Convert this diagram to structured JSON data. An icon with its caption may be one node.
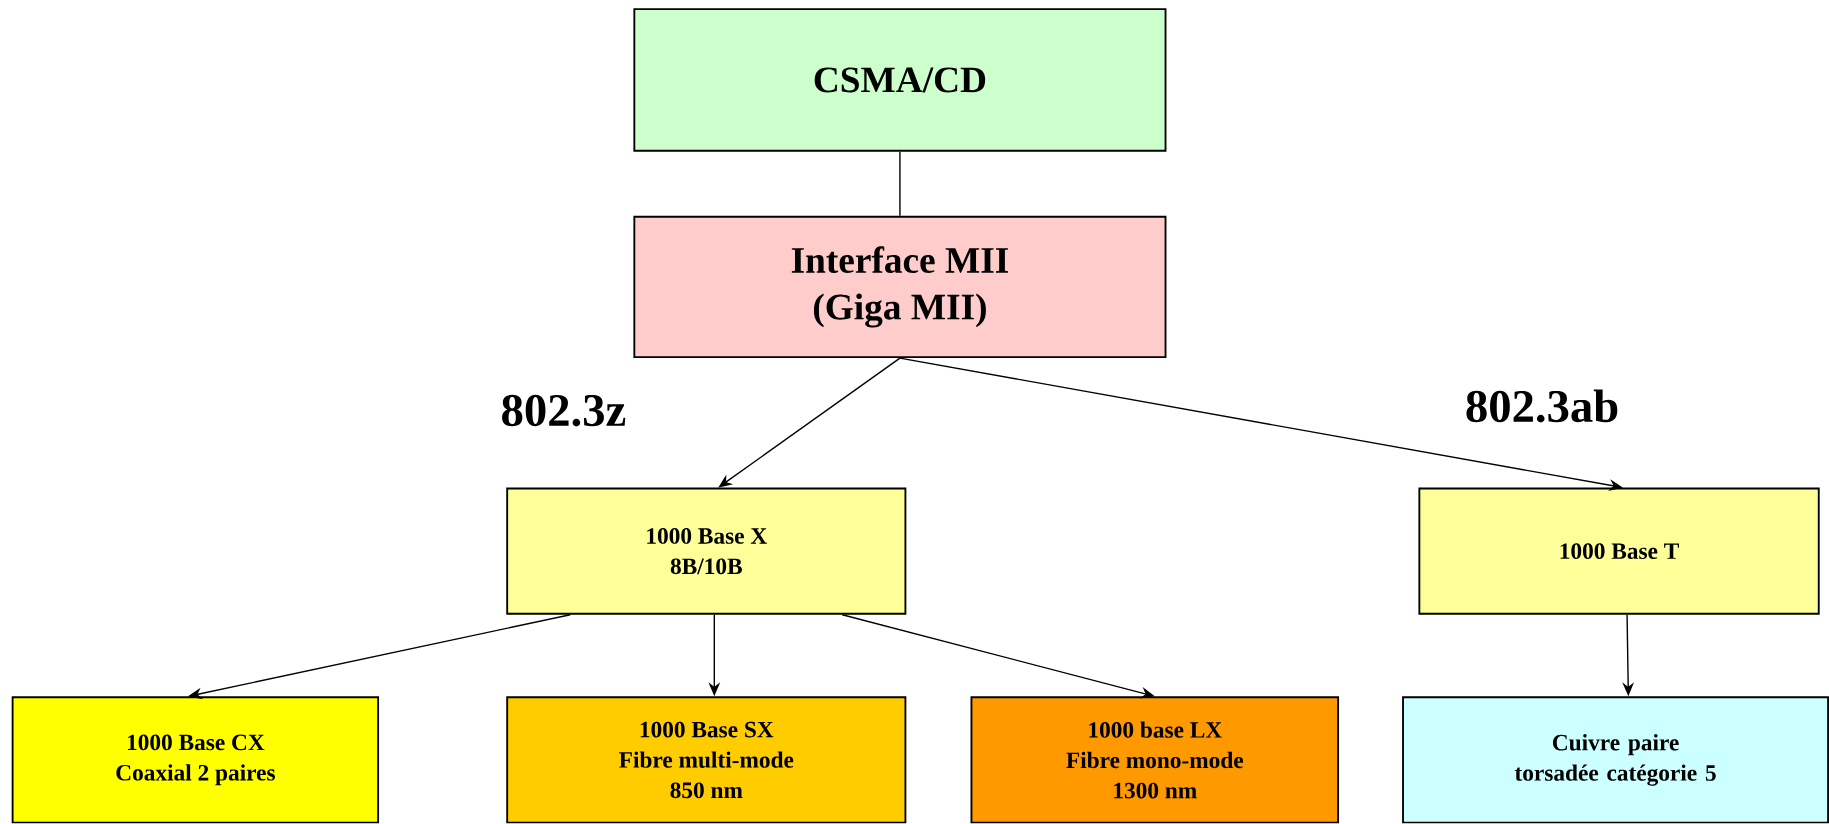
{
  "diagram": {
    "nodes": [
      {
        "text": [
          "CSMA/CD"
        ]
      },
      {
        "text": [
          "Interface MII",
          "(Giga MII)"
        ]
      },
      {
        "text": [
          "1000 Base X",
          "8B/10B"
        ]
      },
      {
        "text": [
          "1000 Base T"
        ]
      },
      {
        "text": [
          "1000 Base CX",
          "Coaxial 2 paires"
        ]
      },
      {
        "text": [
          "1000 Base SX",
          "Fibre multi-mode",
          "850 nm"
        ]
      },
      {
        "text": [
          "1000 base LX",
          "Fibre mono-mode",
          "1300 nm"
        ]
      },
      {
        "text": [
          "Cuivre paire torsadée catégorie 5"
        ]
      }
    ],
    "edges": [
      {
        "from": 0,
        "to": 1,
        "arrow": "none"
      },
      {
        "from": 1,
        "to": 2,
        "arrow": "to"
      },
      {
        "from": 1,
        "to": 3,
        "arrow": "to"
      },
      {
        "from": 2,
        "to": 4,
        "arrow": "to"
      },
      {
        "from": 2,
        "to": 5,
        "arrow": "to"
      },
      {
        "from": 2,
        "to": 6,
        "arrow": "to"
      },
      {
        "from": 3,
        "to": 7,
        "arrow": "to"
      }
    ],
    "labels": [
      "802.3z",
      "802.3ab"
    ]
  }
}
